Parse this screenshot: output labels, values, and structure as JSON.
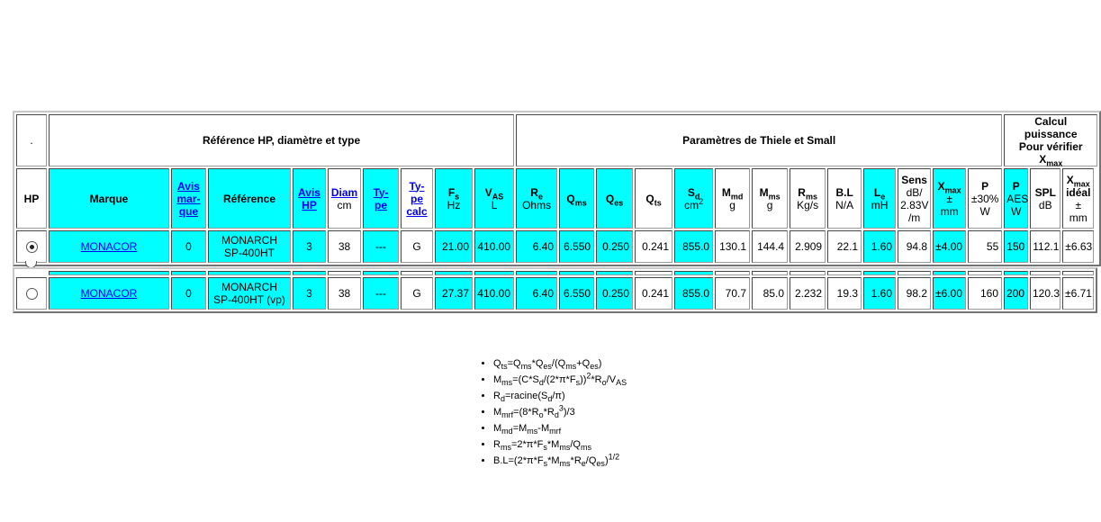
{
  "corner_mark": ".",
  "groups": {
    "reference": "Référence HP, diamètre et type",
    "thiele_small": "Paramètres de Thiele et Small",
    "power_line1": "Calcul puissance",
    "power_line2": "Pour vérifier X",
    "power_sub": "max"
  },
  "headers": {
    "hp": "HP",
    "marque": "Marque",
    "avis_marque": [
      "Avis",
      "mar-",
      "que"
    ],
    "reference": "Référence",
    "avis_hp": [
      "Avis",
      "HP"
    ],
    "diam": "Diam",
    "diam_unit": "cm",
    "type": [
      "Ty-",
      "pe"
    ],
    "type_calc": [
      "Ty-",
      "pe",
      "calc"
    ],
    "fs": {
      "main": "F",
      "sub": "s",
      "unit": "Hz"
    },
    "vas": {
      "main": "V",
      "sub": "AS",
      "unit": "L"
    },
    "re": {
      "main": "R",
      "sub": "e",
      "unit": "Ohms"
    },
    "qms": {
      "main": "Q",
      "sub": "ms"
    },
    "qes": {
      "main": "Q",
      "sub": "es"
    },
    "qts": {
      "main": "Q",
      "sub": "ts"
    },
    "sd": {
      "main": "S",
      "sub": "d",
      "unit": "cm",
      "unit_sup": "2"
    },
    "mmd": {
      "main": "M",
      "sub": "md",
      "unit": "g"
    },
    "mms": {
      "main": "M",
      "sub": "ms",
      "unit": "g"
    },
    "rms": {
      "main": "R",
      "sub": "ms",
      "unit": "Kg/s"
    },
    "bl": {
      "main": "B.L",
      "unit": "N/A"
    },
    "le": {
      "main": "L",
      "sub": "e",
      "unit": "mH"
    },
    "sens": [
      "Sens",
      "dB/",
      "2.83V",
      "/m"
    ],
    "xmax": {
      "main": "X",
      "sub": "max",
      "l2": "±",
      "l3": "mm"
    },
    "p30": [
      "P",
      "±30%",
      "W"
    ],
    "paes": [
      "P",
      "AES",
      "W"
    ],
    "spl": [
      "SPL",
      "dB"
    ],
    "xideal": {
      "main": "X",
      "sub": "max",
      "l2": "idéal",
      "l3": "±",
      "l4": "mm"
    }
  },
  "rows": [
    {
      "selected": true,
      "marque": "MONACOR",
      "avis_marque": "0",
      "ref_line1": "MONARCH",
      "ref_line2": "SP-400HT",
      "avis_hp": "3",
      "diam": "38",
      "type": "---",
      "type_calc": "G",
      "fs": "21.00",
      "vas": "410.00",
      "re": "6.40",
      "qms": "6.550",
      "qes": "0.250",
      "qts": "0.241",
      "sd": "855.0",
      "mmd": "130.1",
      "mms": "144.4",
      "rms": "2.909",
      "bl": "22.1",
      "le": "1.60",
      "sens": "94.8",
      "xmax": "±4.00",
      "p30": "55",
      "paes": "150",
      "spl": "112.1",
      "xideal": "±6.63"
    },
    {
      "selected": false,
      "marque": "MONACOR",
      "avis_marque": "0",
      "ref_line1": "MONARCH",
      "ref_line2": "SP-400HT (vp)",
      "avis_hp": "3",
      "diam": "38",
      "type": "---",
      "type_calc": "G",
      "fs": "27.37",
      "vas": "410.00",
      "re": "6.40",
      "qms": "6.550",
      "qes": "0.250",
      "qts": "0.241",
      "sd": "855.0",
      "mmd": "70.7",
      "mms": "85.0",
      "rms": "2.232",
      "bl": "19.3",
      "le": "1.60",
      "sens": "98.2",
      "xmax": "±6.00",
      "p30": "160",
      "paes": "200",
      "spl": "120.3",
      "xideal": "±6.71"
    }
  ],
  "formulas": [
    "Q_ts=Q_ms*Q_es/(Q_ms+Q_es)",
    "M_ms=(C*S_d/(2*π*F_s))^2*R_o/V_AS",
    "R_d=racine(S_d/π)",
    "M_mrf=(8*R_o*R_d^3)/3",
    "M_md=M_ms-M_mrf",
    "R_ms=2*π*F_s*M_ms/Q_ms",
    "B.L=(2*π*F_s*M_ms*R_e/Q_es)^1/2"
  ],
  "colors": {
    "cyan_cell": "#00ffff",
    "link": "#0000ee"
  }
}
